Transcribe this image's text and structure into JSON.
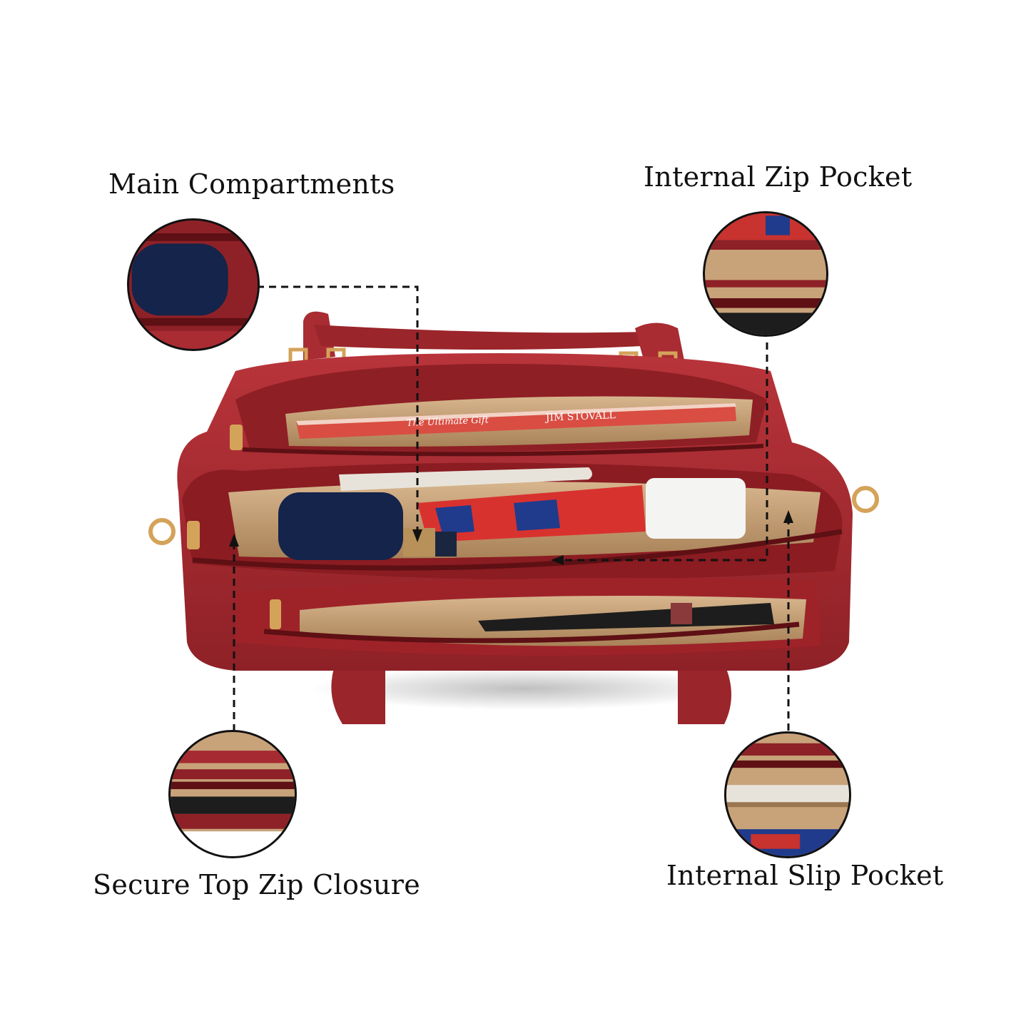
{
  "labels": {
    "main_compartments": "Main Compartments",
    "internal_zip_pocket": "Internal Zip Pocket",
    "secure_top_zip_closure": "Secure Top Zip Closure",
    "internal_slip_pocket": "Internal Slip Pocket"
  },
  "book": {
    "title": "The Ultimate Gift",
    "author": "JIM STOVALL"
  },
  "colors": {
    "leather": "#a52a31",
    "leather_dark": "#6e1418",
    "lining": "#c8a37a",
    "lining_dark": "#9a7650",
    "gold": "#d4a35a",
    "line": "#111111"
  }
}
